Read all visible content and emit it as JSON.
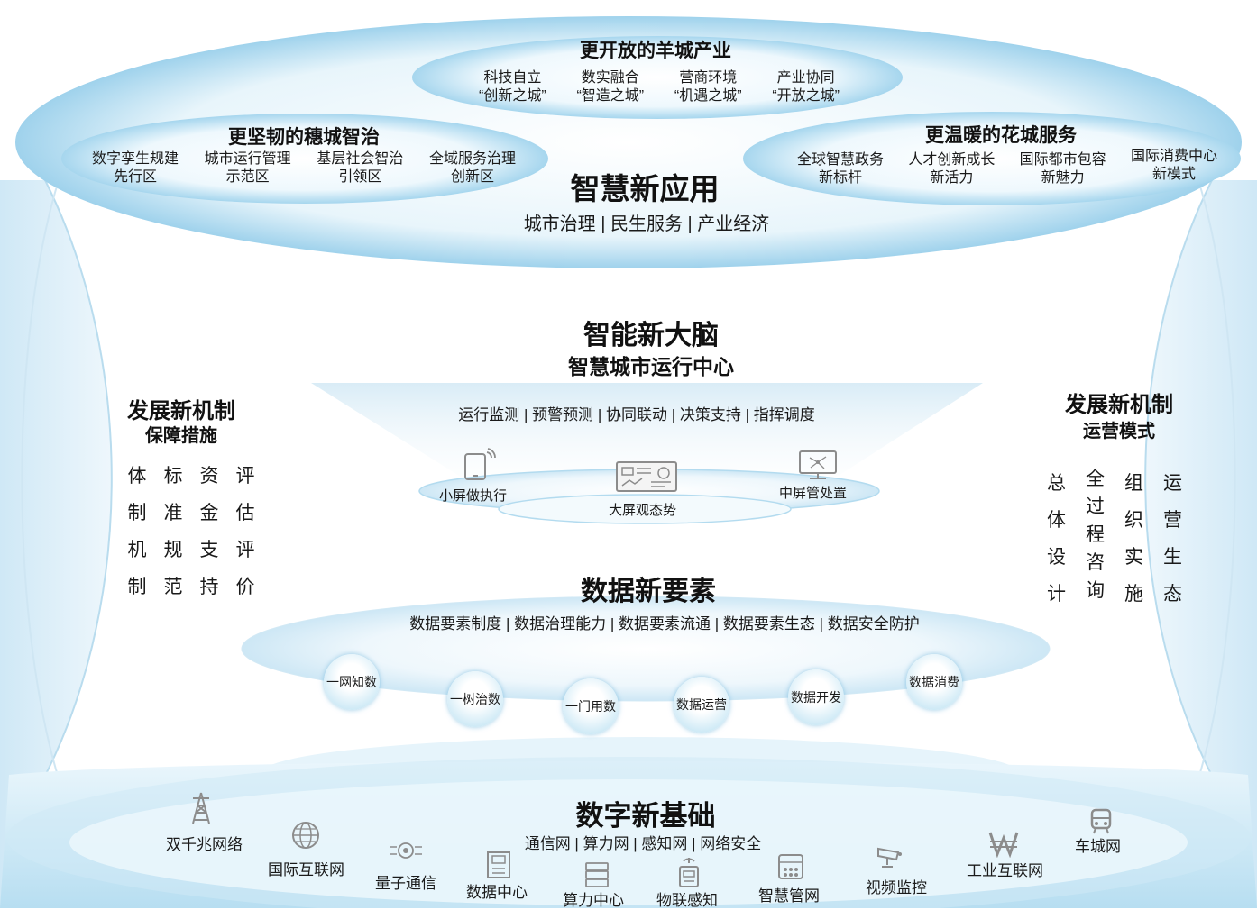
{
  "top": {
    "center": {
      "title": "更开放的羊城产业",
      "items": [
        {
          "l1": "科技自立",
          "l2": "“创新之城”"
        },
        {
          "l1": "数实融合",
          "l2": "“智造之城”"
        },
        {
          "l1": "营商环境",
          "l2": "“机遇之城”"
        },
        {
          "l1": "产业协同",
          "l2": "“开放之城”"
        }
      ]
    },
    "left": {
      "title": "更坚韧的穗城智治",
      "items": [
        {
          "l1": "数字孪生规建",
          "l2": "先行区"
        },
        {
          "l1": "城市运行管理",
          "l2": "示范区"
        },
        {
          "l1": "基层社会智治",
          "l2": "引领区"
        },
        {
          "l1": "全域服务治理",
          "l2": "创新区"
        }
      ]
    },
    "right": {
      "title": "更温暖的花城服务",
      "items": [
        {
          "l1": "全球智慧政务",
          "l2": "新标杆"
        },
        {
          "l1": "人才创新成长",
          "l2": "新活力"
        },
        {
          "l1": "国际都市包容",
          "l2": "新魅力"
        },
        {
          "l1": "国际消费中心",
          "l2": "新模式"
        }
      ]
    },
    "app_title": "智慧新应用",
    "app_sub": "城市治理 | 民生服务 | 产业经济"
  },
  "brain": {
    "title": "智能新大脑",
    "subtitle": "智慧城市运行中心",
    "functions": "运行监测 | 预警预测 | 协同联动 | 决策支持 | 指挥调度",
    "screens": {
      "small": "小屏做执行",
      "large": "大屏观态势",
      "medium": "中屏管处置"
    }
  },
  "data": {
    "title": "数据新要素",
    "sub": "数据要素制度 | 数据治理能力 | 数据要素流通 | 数据要素生态  | 数据安全防护",
    "bubbles": [
      "一网知数",
      "一树治数",
      "一门用数",
      "数据运营",
      "数据开发",
      "数据消费"
    ]
  },
  "left_side": {
    "title": "发展新机制",
    "subtitle": "保障措施",
    "grid": [
      "体",
      "标",
      "资",
      "评",
      "制",
      "准",
      "金",
      "估",
      "机",
      "规",
      "支",
      "评",
      "制",
      "范",
      "持",
      "价"
    ]
  },
  "right_side": {
    "title": "发展新机制",
    "subtitle": "运营模式",
    "columns": [
      [
        "总",
        "体",
        "设",
        "计"
      ],
      [
        "全",
        "过",
        "程",
        "咨",
        "询"
      ],
      [
        "组",
        "织",
        "实",
        "施"
      ],
      [
        "运",
        "营",
        "生",
        "态"
      ]
    ]
  },
  "base": {
    "title": "数字新基础",
    "sub": "通信网 | 算力网 | 感知网 | 网络安全",
    "items": [
      {
        "label": "双千兆网络",
        "icon": "tower-icon"
      },
      {
        "label": "国际互联网",
        "icon": "globe-icon"
      },
      {
        "label": "量子通信",
        "icon": "quantum-icon"
      },
      {
        "label": "数据中心",
        "icon": "datacenter-icon"
      },
      {
        "label": "算力中心",
        "icon": "server-icon"
      },
      {
        "label": "物联感知",
        "icon": "iot-sensor-icon"
      },
      {
        "label": "智慧管网",
        "icon": "pipe-network-icon"
      },
      {
        "label": "视频监控",
        "icon": "cctv-camera-icon"
      },
      {
        "label": "工业互联网",
        "icon": "industrial-internet-icon"
      },
      {
        "label": "车城网",
        "icon": "vehicle-icon"
      }
    ]
  },
  "colors": {
    "light_blue": "#d9eef8",
    "mid_blue": "#a9d6ee",
    "stroke_blue": "#6cb7e0",
    "icon_gray": "#8c8c8c"
  }
}
